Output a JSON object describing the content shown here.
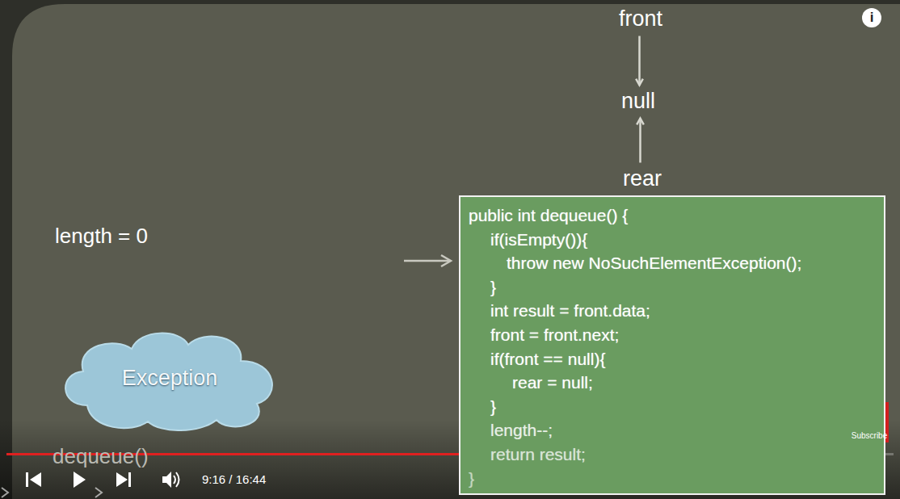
{
  "diagram": {
    "nodes": [
      {
        "text": [
          "front"
        ]
      },
      {
        "text": [
          "null"
        ]
      },
      {
        "text": [
          "rear"
        ]
      },
      {
        "text": [
          "public int dequeue() {",
          "if(isEmpty()){",
          "throw new NoSuchElementException();",
          "}",
          "int result = front.data;",
          "front = front.next;",
          "if(front == null){",
          "rear = null;",
          "}",
          "length--;",
          "return result;",
          "}"
        ]
      },
      {
        "text": [
          "Exception"
        ]
      }
    ],
    "edges": [
      {
        "from": 0,
        "to": 1,
        "arrow": "to"
      },
      {
        "from": 2,
        "to": 1,
        "arrow": "to"
      }
    ],
    "labels": [
      "length = 0",
      "dequeue()",
      "i",
      "Subscribe",
      "9:16 / 16:44"
    ]
  }
}
